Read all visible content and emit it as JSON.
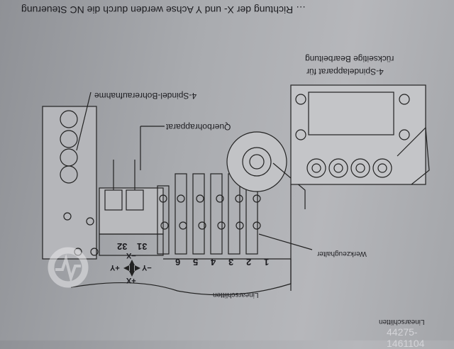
{
  "document": {
    "top_text": "… Richtung der X- und Y Achse werden durch die NC Steuerung",
    "labels": {
      "spindle_unit_line1": "4-Spindelapparat für",
      "spindle_unit_line2": "rückseitige Bearbeitung",
      "drill_holder": "4-Spindel-Bohreraufnahme",
      "cross_drill": "Querbohrapparat",
      "tool_holder": "Werkzeughalter",
      "linear_slide": "Linearschlitten",
      "section_footer": "Linearschlitten"
    },
    "station_numbers": [
      "1",
      "2",
      "3",
      "4",
      "5",
      "6"
    ],
    "station_numbers_aux": [
      "31",
      "32"
    ],
    "axes": {
      "minus_x": "−X",
      "plus_x": "+X",
      "minus_y": "−Y",
      "plus_y": "+Y"
    },
    "watermark_id": "44275-1461104"
  }
}
